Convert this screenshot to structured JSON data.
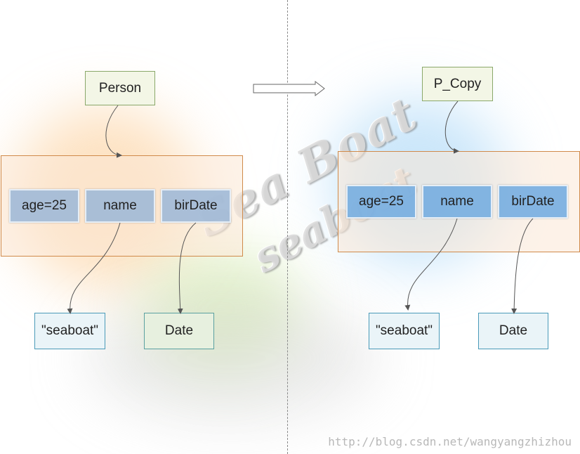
{
  "left": {
    "object_label": "Person",
    "fields": [
      "age=25",
      "name",
      "birDate"
    ],
    "string_value": "\"seaboat\"",
    "date_value": "Date"
  },
  "right": {
    "object_label": "P_Copy",
    "fields": [
      "age=25",
      "name",
      "birDate"
    ],
    "string_value": "\"seaboat\"",
    "date_value": "Date"
  },
  "watermark": {
    "line1": "Sea Boat",
    "line2": "seaboat"
  },
  "footer": {
    "url": "http://blog.csdn.net/wangyangzhizhou"
  },
  "colors": {
    "label_fill": "#f3f6e6",
    "label_border": "#8aa86a",
    "container_border": "#d08a4a",
    "field_fill_left": "#a0b9d7",
    "field_fill_right": "#78afe1",
    "value_border": "#4a9ab8",
    "connector": "#555555",
    "divider": "#8a8a8a"
  }
}
